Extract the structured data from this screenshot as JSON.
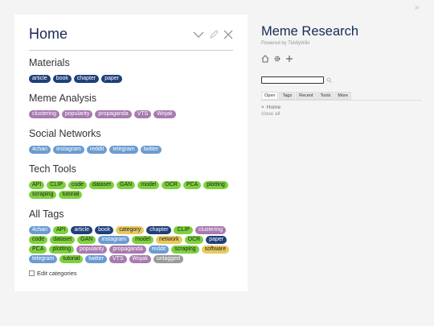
{
  "story": {
    "title": "Home",
    "sections": [
      {
        "heading": "Materials",
        "tags": [
          {
            "label": "article",
            "color": "#1f3f7a",
            "text": "#ffffff"
          },
          {
            "label": "book",
            "color": "#1f3f7a",
            "text": "#ffffff"
          },
          {
            "label": "chapter",
            "color": "#1f3f7a",
            "text": "#ffffff"
          },
          {
            "label": "paper",
            "color": "#1f3f7a",
            "text": "#ffffff"
          }
        ]
      },
      {
        "heading": "Meme Analysis",
        "tags": [
          {
            "label": "clustering",
            "color": "#a77ab0",
            "text": "#ffffff"
          },
          {
            "label": "popularity",
            "color": "#a77ab0",
            "text": "#ffffff"
          },
          {
            "label": "propaganda",
            "color": "#a77ab0",
            "text": "#ffffff"
          },
          {
            "label": "VTS",
            "color": "#a77ab0",
            "text": "#ffffff"
          },
          {
            "label": "Wojak",
            "color": "#a77ab0",
            "text": "#ffffff"
          }
        ]
      },
      {
        "heading": "Social Networks",
        "tags": [
          {
            "label": "4chan",
            "color": "#6b9bd2",
            "text": "#ffffff"
          },
          {
            "label": "instagram",
            "color": "#6b9bd2",
            "text": "#ffffff"
          },
          {
            "label": "reddit",
            "color": "#6b9bd2",
            "text": "#ffffff"
          },
          {
            "label": "telegram",
            "color": "#6b9bd2",
            "text": "#ffffff"
          },
          {
            "label": "twitter",
            "color": "#6b9bd2",
            "text": "#ffffff"
          }
        ]
      },
      {
        "heading": "Tech Tools",
        "tags": [
          {
            "label": "API",
            "color": "#7ed03e",
            "text": "#222222"
          },
          {
            "label": "CLIP",
            "color": "#7ed03e",
            "text": "#222222"
          },
          {
            "label": "code",
            "color": "#7ed03e",
            "text": "#222222"
          },
          {
            "label": "dataset",
            "color": "#7ed03e",
            "text": "#222222"
          },
          {
            "label": "GAN",
            "color": "#7ed03e",
            "text": "#222222"
          },
          {
            "label": "model",
            "color": "#7ed03e",
            "text": "#222222"
          },
          {
            "label": "OCR",
            "color": "#7ed03e",
            "text": "#222222"
          },
          {
            "label": "PCA",
            "color": "#7ed03e",
            "text": "#222222"
          },
          {
            "label": "plotting",
            "color": "#7ed03e",
            "text": "#222222"
          },
          {
            "label": "scraping",
            "color": "#7ed03e",
            "text": "#222222"
          },
          {
            "label": "tutorial",
            "color": "#7ed03e",
            "text": "#222222"
          }
        ]
      },
      {
        "heading": "All Tags",
        "tags": [
          {
            "label": "4chan",
            "color": "#6b9bd2",
            "text": "#ffffff"
          },
          {
            "label": "API",
            "color": "#7ed03e",
            "text": "#222222"
          },
          {
            "label": "article",
            "color": "#1f3f7a",
            "text": "#ffffff"
          },
          {
            "label": "book",
            "color": "#1f3f7a",
            "text": "#ffffff"
          },
          {
            "label": "category",
            "color": "#e8c860",
            "text": "#222222"
          },
          {
            "label": "chapter",
            "color": "#1f3f7a",
            "text": "#ffffff"
          },
          {
            "label": "CLIP",
            "color": "#7ed03e",
            "text": "#222222"
          },
          {
            "label": "clustering",
            "color": "#a77ab0",
            "text": "#ffffff"
          },
          {
            "label": "code",
            "color": "#7ed03e",
            "text": "#222222"
          },
          {
            "label": "dataset",
            "color": "#7ed03e",
            "text": "#222222"
          },
          {
            "label": "GAN",
            "color": "#7ed03e",
            "text": "#222222"
          },
          {
            "label": "instagram",
            "color": "#6b9bd2",
            "text": "#ffffff"
          },
          {
            "label": "model",
            "color": "#7ed03e",
            "text": "#222222"
          },
          {
            "label": "network",
            "color": "#e8c860",
            "text": "#222222"
          },
          {
            "label": "OCR",
            "color": "#7ed03e",
            "text": "#222222"
          },
          {
            "label": "paper",
            "color": "#1f3f7a",
            "text": "#ffffff"
          },
          {
            "label": "PCA",
            "color": "#7ed03e",
            "text": "#222222"
          },
          {
            "label": "plotting",
            "color": "#7ed03e",
            "text": "#222222"
          },
          {
            "label": "popularity",
            "color": "#a77ab0",
            "text": "#ffffff"
          },
          {
            "label": "propaganda",
            "color": "#a77ab0",
            "text": "#ffffff"
          },
          {
            "label": "reddit",
            "color": "#6b9bd2",
            "text": "#ffffff"
          },
          {
            "label": "scraping",
            "color": "#7ed03e",
            "text": "#222222"
          },
          {
            "label": "software",
            "color": "#e8c860",
            "text": "#222222"
          },
          {
            "label": "telegram",
            "color": "#6b9bd2",
            "text": "#ffffff"
          },
          {
            "label": "tutorial",
            "color": "#7ed03e",
            "text": "#222222"
          },
          {
            "label": "twitter",
            "color": "#6b9bd2",
            "text": "#ffffff"
          },
          {
            "label": "VTS",
            "color": "#a77ab0",
            "text": "#ffffff"
          },
          {
            "label": "Wojak",
            "color": "#a77ab0",
            "text": "#ffffff"
          },
          {
            "label": "untagged",
            "color": "#999999",
            "text": "#ffffff"
          }
        ]
      }
    ],
    "edit_categories_label": "Edit categories",
    "tools": [
      "chevron-down-icon",
      "pencil-icon",
      "close-icon"
    ]
  },
  "sidebar": {
    "site_title": "Meme Research",
    "site_subtitle": "Powered by TiddlyWiki",
    "tools": [
      "home-icon",
      "gear-icon",
      "plus-icon"
    ],
    "search_value": "",
    "tabs": [
      {
        "label": "Open",
        "active": true
      },
      {
        "label": "Tags",
        "active": false
      },
      {
        "label": "Recent",
        "active": false
      },
      {
        "label": "Tools",
        "active": false
      },
      {
        "label": "More",
        "active": false
      }
    ],
    "open_items": [
      {
        "label": "Home"
      }
    ],
    "close_all_label": "close all"
  }
}
